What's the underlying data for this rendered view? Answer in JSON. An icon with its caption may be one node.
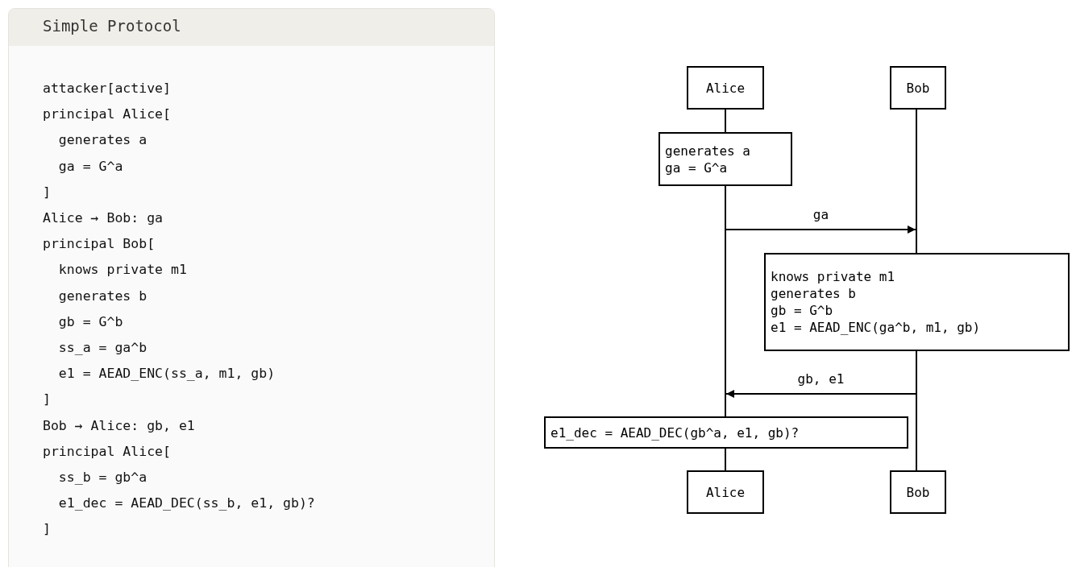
{
  "diagram": {
    "title": "Simple Protocol",
    "nodes": [
      {
        "text": [
          "Alice"
        ]
      },
      {
        "text": [
          "Bob"
        ]
      },
      {
        "text": [
          "generates a",
          "ga = G^a"
        ]
      },
      {
        "text": [
          "knows private m1",
          "generates b",
          "gb = G^b",
          "e1 = AEAD_ENC(ga^b, m1, gb)"
        ]
      },
      {
        "text": [
          "e1_dec = AEAD_DEC(gb^a, e1, gb)?"
        ]
      },
      {
        "text": [
          "Alice"
        ]
      },
      {
        "text": [
          "Bob"
        ]
      },
      {
        "text": [],
        "shape": "line"
      },
      {
        "text": [],
        "shape": "line"
      },
      {
        "text": [],
        "shape": "line"
      },
      {
        "text": [],
        "shape": "line"
      },
      {
        "text": [],
        "shape": "line"
      }
    ],
    "edges": [
      {
        "from": 8,
        "to": 10,
        "label": "ga",
        "arrow": "to"
      },
      {
        "from": 11,
        "to": 8,
        "label": "gb, e1",
        "arrow": "to"
      }
    ],
    "labels": [
      "attacker[active]",
      "principal Alice[",
      "  generates a",
      "  ga = G^a",
      "]",
      "Alice → Bob: ga",
      "principal Bob[",
      "  knows private m1",
      "  generates b",
      "  gb = G^b",
      "  ss_a = ga^b",
      "  e1 = AEAD_ENC(ss_a, m1, gb)",
      "]",
      "Bob → Alice: gb, e1",
      "principal Alice[",
      "  ss_b = gb^a",
      "  e1_dec = AEAD_DEC(ss_b, e1, gb)?",
      "]"
    ]
  }
}
